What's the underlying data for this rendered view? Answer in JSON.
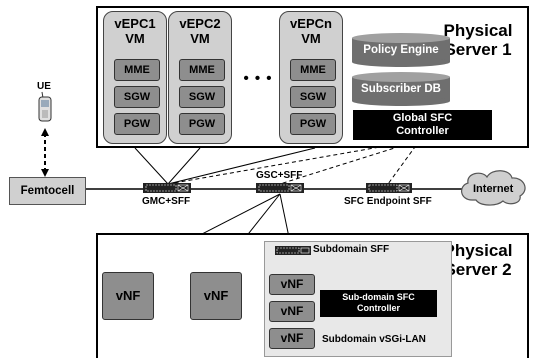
{
  "server1": {
    "title_line1": "Physical",
    "title_line2": "Server 1",
    "vms": [
      {
        "line1": "vEPC1",
        "line2": "VM",
        "components": [
          "MME",
          "SGW",
          "PGW"
        ]
      },
      {
        "line1": "vEPC2",
        "line2": "VM",
        "components": [
          "MME",
          "SGW",
          "PGW"
        ]
      },
      {
        "line1": "vEPCn",
        "line2": "VM",
        "components": [
          "MME",
          "SGW",
          "PGW"
        ]
      }
    ],
    "ellipsis": "• • •",
    "policy_engine": "Policy Engine",
    "subscriber_db": "Subscriber DB",
    "global_sfc_line1": "Global SFC",
    "global_sfc_line2": "Controller"
  },
  "ue_label": "UE",
  "femtocell_label": "Femtocell",
  "gmc_label": "GMC+SFF",
  "gsc_label": "GSC+SFF",
  "sfc_endpoint_label": "SFC Endpoint SFF",
  "internet_label": "Internet",
  "server2": {
    "title_line1": "Physical",
    "title_line2": "Server 2",
    "vnf_large": [
      "vNF",
      "vNF"
    ],
    "subdomain_sff_label": "Subdomain SFF",
    "vnf_small": [
      "vNF",
      "vNF",
      "vNF"
    ],
    "subdomain_sfc_line1": "Sub-domain SFC",
    "subdomain_sfc_line2": "Controller",
    "subdomain_lan_label": "Subdomain vSGi-LAN"
  }
}
